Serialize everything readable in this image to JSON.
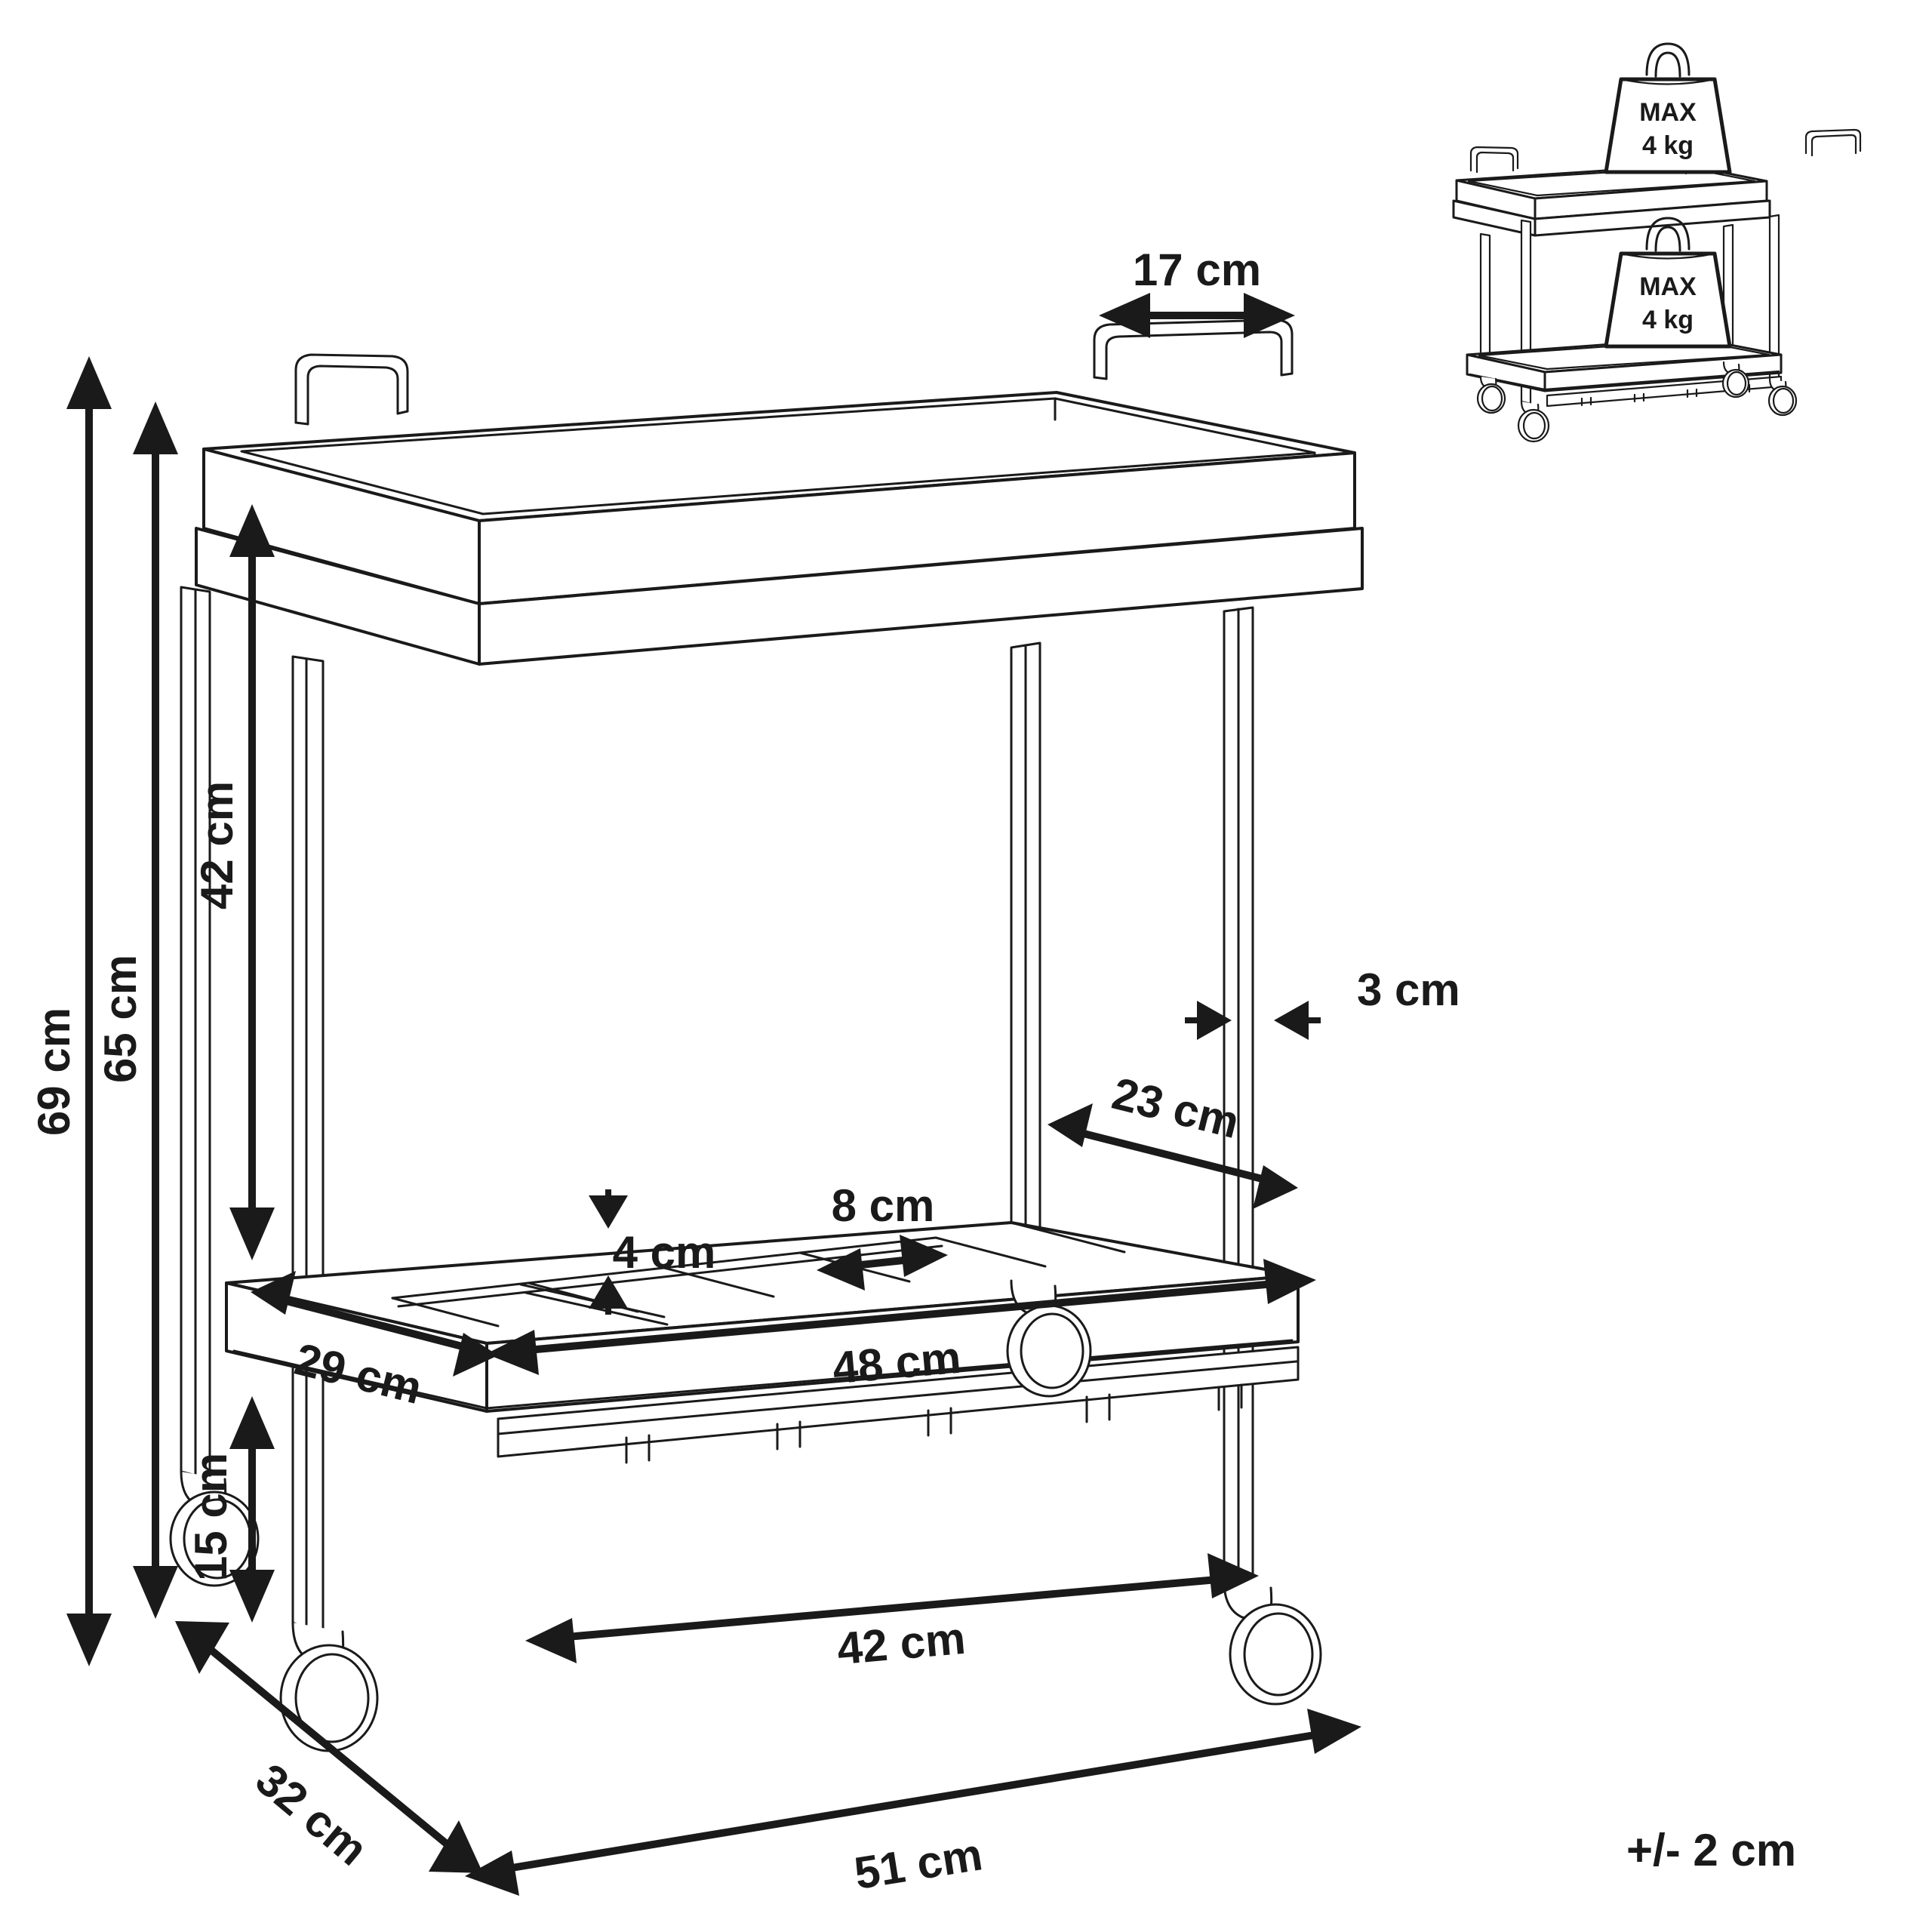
{
  "diagram": {
    "title_visible": false,
    "unit": "cm",
    "tolerance_note": "+/- 2 cm",
    "line_color": "#1a1a1a",
    "background_color": "#ffffff"
  },
  "dimensions": {
    "overall_height": "69 cm",
    "height_to_top_tray_surface": "65 cm",
    "clearance_between_shelves": "42 cm",
    "height_to_lower_shelf": "15 cm",
    "handle_width": "17 cm",
    "post_width": "3 cm",
    "lower_shelf_depth_inner": "23 cm",
    "slat_thickness": "4 cm",
    "slat_width": "8 cm",
    "lower_shelf_width_inner": "48 cm",
    "lower_shelf_depth": "29 cm",
    "wheel_track_width": "42 cm",
    "overall_depth": "32 cm",
    "overall_width": "51 cm"
  },
  "load_inset": {
    "top_shelf_label_line1": "MAX",
    "top_shelf_label_line2": "4 kg",
    "bottom_shelf_label_line1": "MAX",
    "bottom_shelf_label_line2": "4 kg"
  },
  "chart_data": {
    "type": "table",
    "title": "Serving trolley dimension diagram",
    "categories": [
      "Overall height",
      "Top tray height",
      "Shelf clearance",
      "Lower shelf height",
      "Handle width",
      "Post width",
      "Lower shelf inner depth",
      "Slat thickness",
      "Slat width",
      "Lower shelf inner width",
      "Lower shelf depth",
      "Wheel track width",
      "Overall depth",
      "Overall width",
      "Max load per shelf"
    ],
    "values": [
      69,
      65,
      42,
      15,
      17,
      3,
      23,
      4,
      8,
      48,
      29,
      42,
      32,
      51,
      4
    ],
    "units": [
      "cm",
      "cm",
      "cm",
      "cm",
      "cm",
      "cm",
      "cm",
      "cm",
      "cm",
      "cm",
      "cm",
      "cm",
      "cm",
      "cm",
      "kg"
    ],
    "tolerance": "+/- 2 cm",
    "xlabel": "",
    "ylabel": "",
    "legend": []
  }
}
